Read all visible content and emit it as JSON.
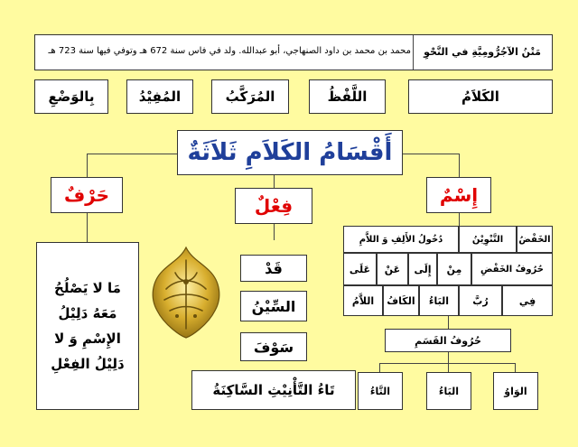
{
  "header": {
    "title": "مَتْنُ الآجُرُّومِيَّةِ في النَّحْوِ",
    "bio": "محمد بن محمد بن داود الصنهاجي، أبو عبدالله. ولد في فاس سنة 672 هـ وتوفي فيها سنة 723 هـ"
  },
  "definition_terms": [
    "الكَلاَمُ",
    "اللَّفْظُ",
    "المُرَكَّبُ",
    "المُفِيْدُ",
    "بِالوَضْعِ"
  ],
  "main_title": "أَقْسَامُ الكَلاَمِ ثَلاَثَةٌ",
  "branches": {
    "noun": {
      "title": "إِسْمٌ",
      "signs_row1": [
        "الخَفْضُ",
        "التَّنْوِيْنُ",
        "دُخُولُ الأَلِفِ وَ اللاَّمِ"
      ],
      "signs_row2": [
        "حُرُوفُ الخَفْضِ",
        "مِنْ",
        "إِلَى",
        "عَنْ",
        "عَلَى"
      ],
      "signs_row3": [
        "فِي",
        "رُبَّ",
        "البَاءُ",
        "الكَافُ",
        "اللاَّمُ"
      ],
      "oath_title": "حُرُوفُ القَسَمِ",
      "oath_letters": [
        "الوَاوُ",
        "البَاءُ",
        "التَّاءُ"
      ]
    },
    "verb": {
      "title": "فِعْلٌ",
      "signs": [
        "قَدْ",
        "السِّيْنُ",
        "سَوْفَ",
        "تَاءُ التَّأْنِيْثِ السَّاكِنَةُ"
      ]
    },
    "particle": {
      "title": "حَرْفٌ",
      "description": "مَا لا يَصْلُحُ مَعَهُ دَلِيْلُ الإِسْمِ وَ لا دَلِيْلُ الفِعْلِ"
    }
  },
  "colors": {
    "background": "#fffba0",
    "accent_red": "#e00000",
    "accent_blue": "#1f3f9a",
    "logo_gold": "#c9a227"
  }
}
